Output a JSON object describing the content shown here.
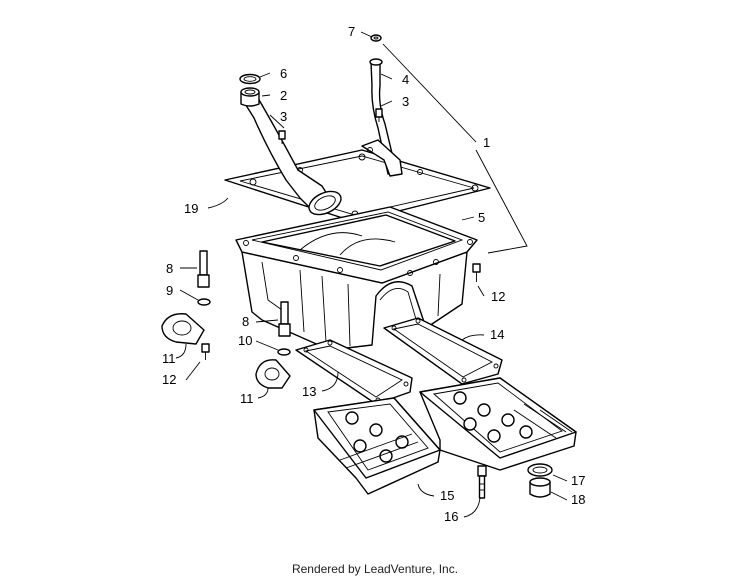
{
  "callouts": {
    "c1": "1",
    "c2": "2",
    "c3a": "3",
    "c3b": "3",
    "c4": "4",
    "c5": "5",
    "c6": "6",
    "c7": "7",
    "c8a": "8",
    "c8b": "8",
    "c9": "9",
    "c10": "10",
    "c11a": "11",
    "c11b": "11",
    "c12a": "12",
    "c12b": "12",
    "c13": "13",
    "c14": "14",
    "c15": "15",
    "c16": "16",
    "c17": "17",
    "c18": "18",
    "c19": "19"
  },
  "footer": {
    "text": "Rendered by LeadVenture, Inc."
  },
  "colors": {
    "line": "#000000",
    "background": "#ffffff"
  }
}
